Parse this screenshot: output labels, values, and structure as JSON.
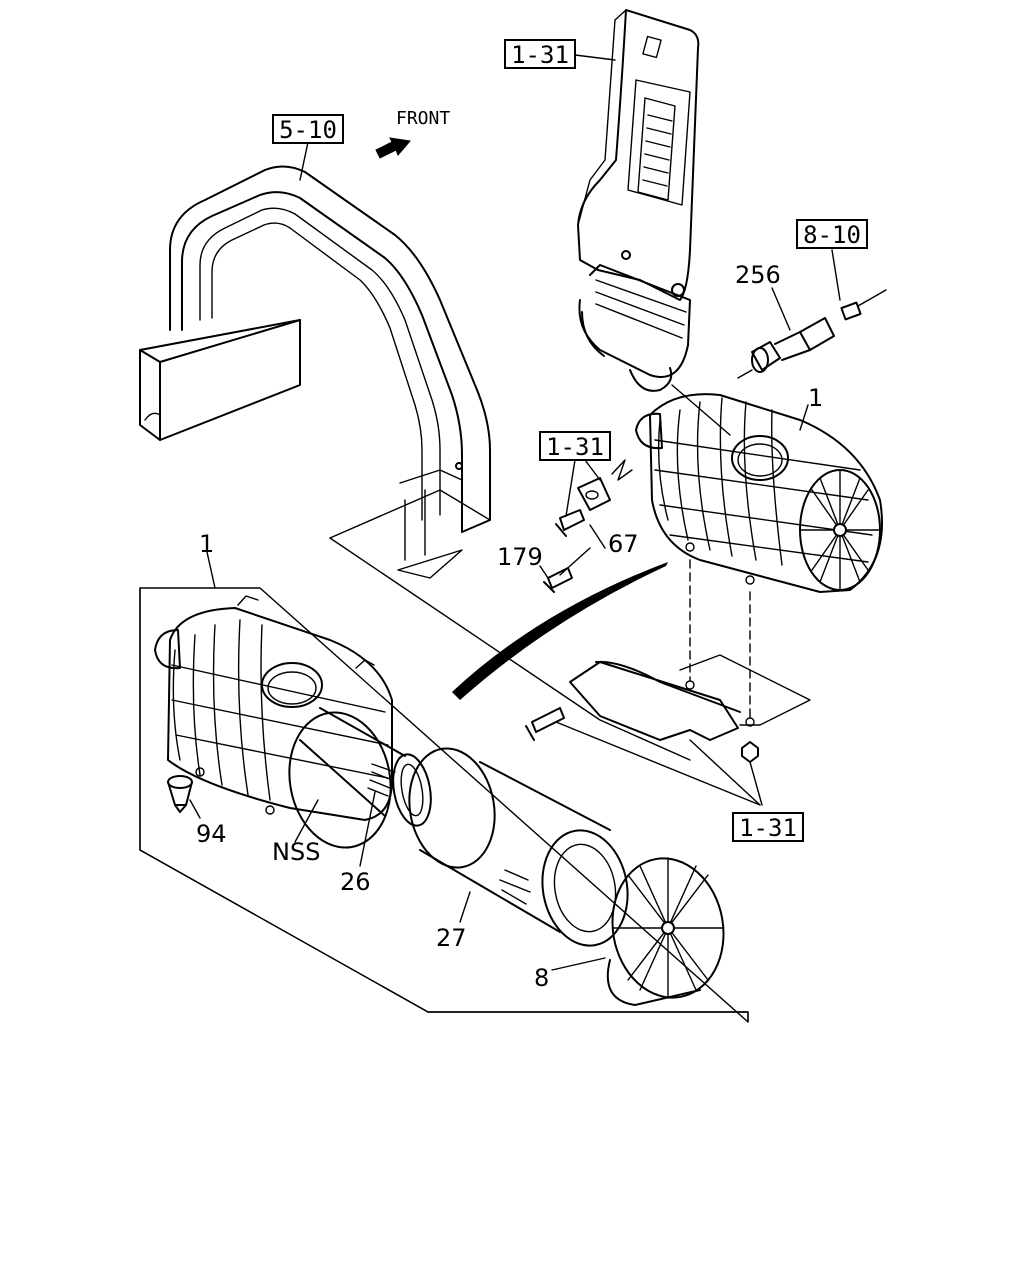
{
  "direction_label": "FRONT",
  "reference_boxes": {
    "air_intake_duct_ref": "1-31",
    "frame_ref": "5-10",
    "sensor_ref": "8-10",
    "bracket_ref": "1-31",
    "mounting_ref": "1-31"
  },
  "part_callouts": {
    "sensor": "256",
    "air_cleaner_assy_upper": "1",
    "bracket_plate": "67",
    "bolt": "179",
    "air_cleaner_assy_detail": "1",
    "drain_valve": "94",
    "body_nss": "NSS",
    "inner_element": "26",
    "outer_element": "27",
    "cover": "8"
  }
}
